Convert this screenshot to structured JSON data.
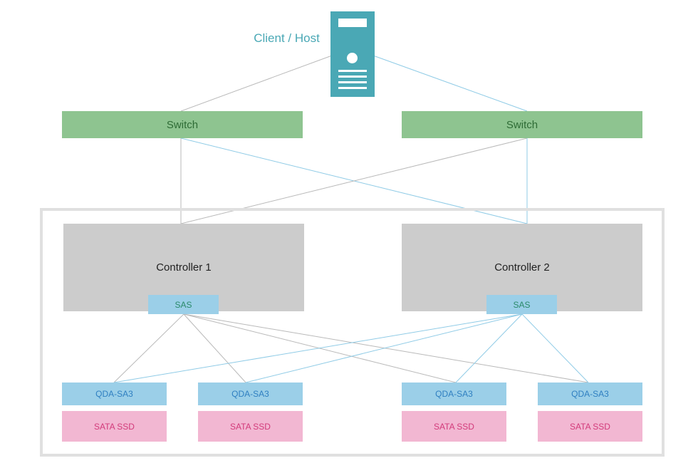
{
  "client": {
    "label": "Client / Host",
    "label_color": "#4aa8b5",
    "server_color": "#4aa8b5"
  },
  "switches": [
    {
      "label": "Switch"
    },
    {
      "label": "Switch"
    }
  ],
  "controllers": [
    {
      "label": "Controller 1",
      "port": "SAS"
    },
    {
      "label": "Controller 2",
      "port": "SAS"
    }
  ],
  "drives": [
    {
      "interposer": "QDA-SA3",
      "ssd": "SATA SSD"
    },
    {
      "interposer": "QDA-SA3",
      "ssd": "SATA SSD"
    },
    {
      "interposer": "QDA-SA3",
      "ssd": "SATA SSD"
    },
    {
      "interposer": "QDA-SA3",
      "ssd": "SATA SSD"
    }
  ],
  "colors": {
    "switch_bg": "#8ec490",
    "switch_text": "#2e6b35",
    "controller_bg": "#cccccc",
    "controller_text": "#222222",
    "sas_bg": "#9bcfe8",
    "sas_text": "#2a8a6a",
    "qda_bg": "#9bcfe8",
    "qda_text": "#2f7fc1",
    "ssd_bg": "#f2b7d2",
    "ssd_text": "#d23a7a",
    "line_gray": "#b9b9b9",
    "line_blue": "#8fcbe6"
  }
}
